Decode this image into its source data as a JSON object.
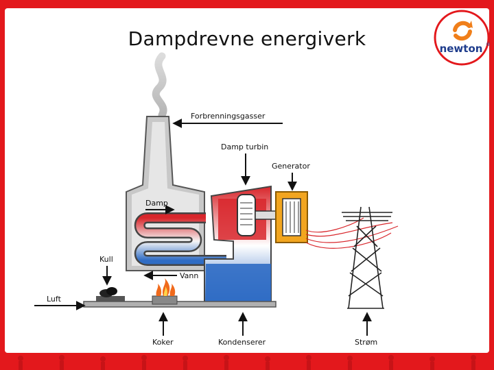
{
  "title": "Dampdrevne energiverk",
  "logo": {
    "text": "newton",
    "reg": "®"
  },
  "labels": {
    "flue_gases": "Forbrenningsgasser",
    "steam_turbine": "Damp turbin",
    "generator": "Generator",
    "steam": "Damp",
    "coal": "Kull",
    "water": "Vann",
    "air": "Luft",
    "boiler": "Koker",
    "condenser": "Kondenserer",
    "power": "Strøm"
  },
  "colors": {
    "frame_red": "#e3181c",
    "steam_red": "#d8262b",
    "water_blue": "#2f6cc4",
    "building_gray": "#c8c8c8",
    "generator_orange": "#f2a51f",
    "flame_orange": "#f06a1c"
  }
}
